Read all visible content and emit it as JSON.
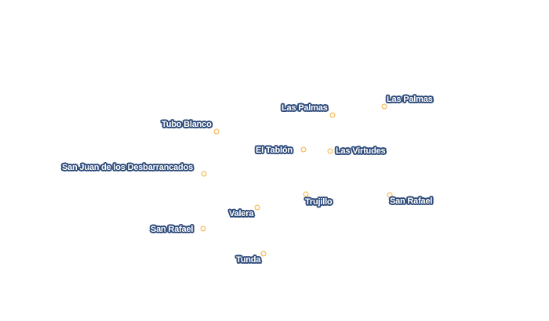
{
  "map": {
    "marker_color": "#f2b34a",
    "label_halo_color": "#2d4a7a",
    "label_text_color": "#ffffff"
  },
  "places": [
    {
      "name": "Las Palmas"
    },
    {
      "name": "Las Palmas"
    },
    {
      "name": "Tubo Blanco"
    },
    {
      "name": "El Tablón"
    },
    {
      "name": "Las Virtudes"
    },
    {
      "name": "San Juan de los Desbarrancados"
    },
    {
      "name": "Trujillo"
    },
    {
      "name": "San Rafael"
    },
    {
      "name": "Valera"
    },
    {
      "name": "San Rafael"
    },
    {
      "name": "Tunda"
    }
  ]
}
